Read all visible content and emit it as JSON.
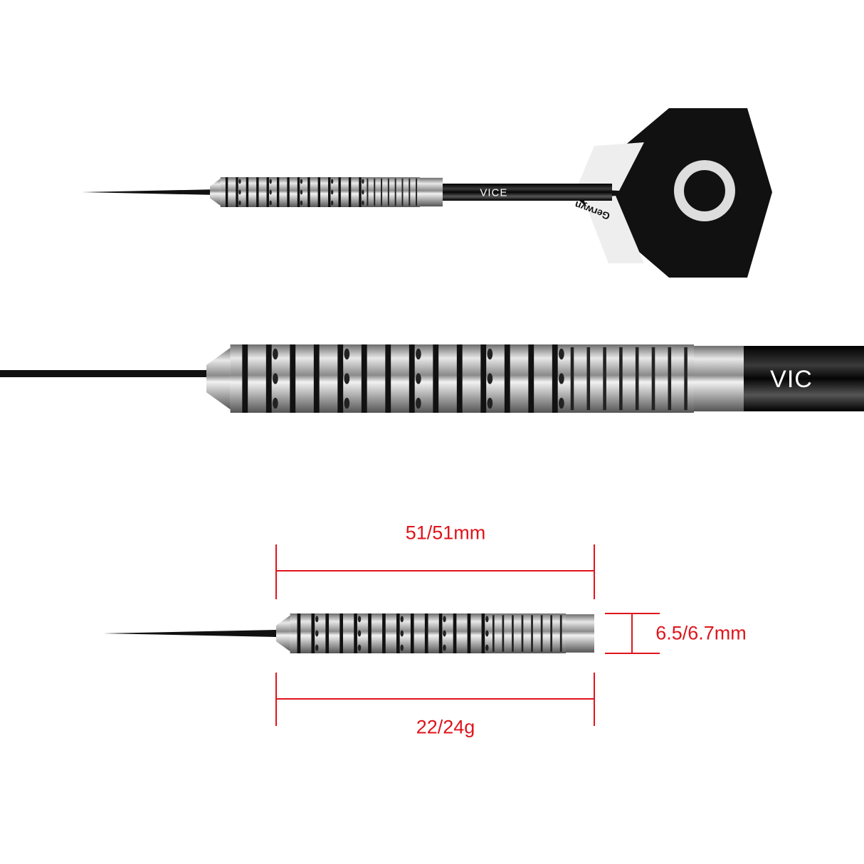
{
  "colors": {
    "dimension": "#e0141b",
    "barrel": "#b8b8b8",
    "shaft": "#0d0d0d",
    "flight": "#111111"
  },
  "branding": {
    "shaft_logo": "VICE",
    "shaft_logo_large": "VIC",
    "ring_logo": "Gerwyn",
    "flight_logo": "Gerwyn"
  },
  "dimensions": {
    "length": "51/51mm",
    "diameter": "6.5/6.7mm",
    "weight": "22/24g"
  }
}
